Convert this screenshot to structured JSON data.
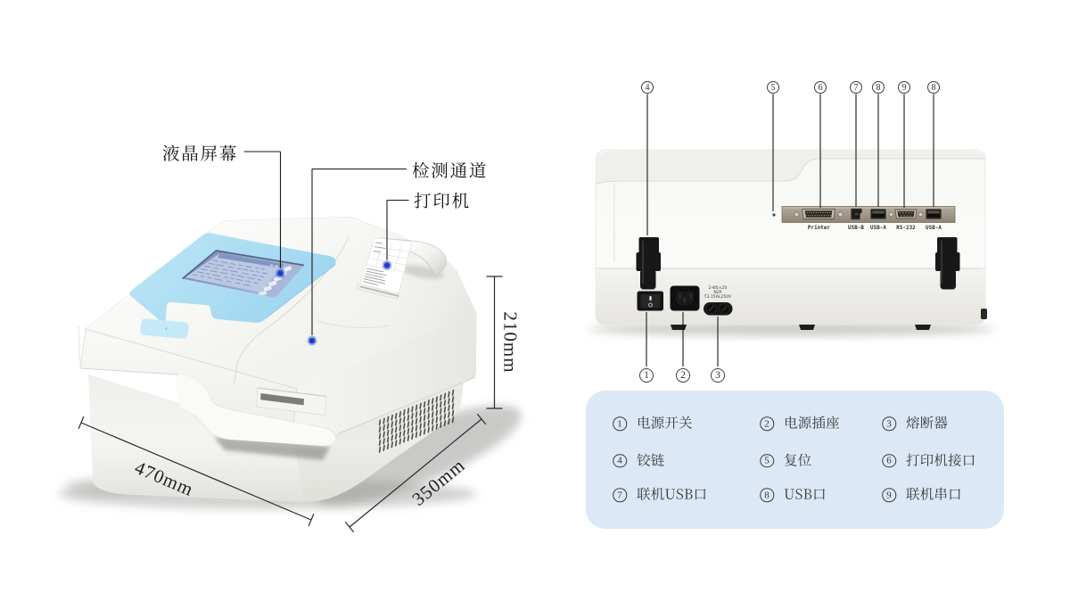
{
  "page": {
    "background": "#ffffff"
  },
  "left_figure": {
    "name": "analyzer front three-quarter view",
    "callouts": [
      {
        "label": "液晶屏幕"
      },
      {
        "label": "检测通道"
      },
      {
        "label": "打印机"
      }
    ],
    "dimensions": {
      "width": "470mm",
      "depth": "350mm",
      "height": "210mm"
    }
  },
  "right_figure": {
    "name": "analyzer back view",
    "top_callout_numbers": [
      "4",
      "5",
      "6",
      "7",
      "8",
      "9",
      "8"
    ],
    "bottom_callout_numbers": [
      "1",
      "2",
      "3"
    ],
    "port_labels": [
      "Printer",
      "USB-B",
      "USB-A",
      "RS-232",
      "USB-A"
    ],
    "fuse_marking": [
      "2-Φ5×20",
      "N2P",
      "T3.15AL250V"
    ],
    "power_switch_marks": [
      "I",
      "O"
    ]
  },
  "legend": {
    "items": [
      {
        "num": "1",
        "label": "电源开关"
      },
      {
        "num": "2",
        "label": "电源插座"
      },
      {
        "num": "3",
        "label": "熔断器"
      },
      {
        "num": "4",
        "label": "铰链"
      },
      {
        "num": "5",
        "label": "复位"
      },
      {
        "num": "6",
        "label": "打印机接口"
      },
      {
        "num": "7",
        "label": "联机USB口"
      },
      {
        "num": "8",
        "label": "USB口"
      },
      {
        "num": "9",
        "label": "联机串口"
      }
    ]
  },
  "colors": {
    "accent_panel": "#aadcf2",
    "callout_dot": "#1c3ec6",
    "legend_background": "#dce8f5",
    "line": "#1a1a1a"
  }
}
